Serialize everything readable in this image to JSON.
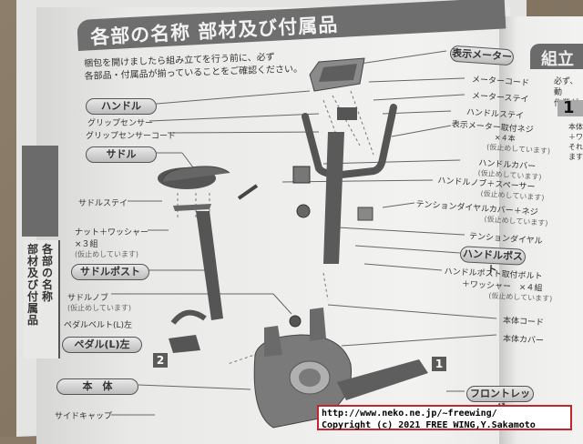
{
  "document": {
    "title": "各部の名称 部材及び付属品",
    "intro_lines": [
      "梱包を開けましたら組み立てを行う前に、必ず",
      "各部品・付属品が揃っていることをご確認ください。"
    ],
    "side_tab": [
      "各部の名称",
      "部材及び付属品"
    ]
  },
  "parts_left": {
    "handle_pill": "ハンドル",
    "grip_sensor": "グリップセンサー",
    "grip_sensor_cord": "グリップセンサーコード",
    "saddle_pill": "サドル",
    "saddle_stay": "サドルステイ",
    "nut_washer": "ナット＋ワッシャー",
    "nut_washer_qty": "×３組",
    "nut_washer_note": "(仮止めしています)",
    "saddle_post_pill": "サドルポスト",
    "saddle_knob": "サドルノブ",
    "saddle_knob_note": "(仮止めしています)",
    "pedal_belt_l": "ペダルベルト(L)左",
    "pedal_l_pill": "ペダル(L)左",
    "badge_2": "2",
    "body_pill": "本　体",
    "side_cap": "サイドキャップ"
  },
  "parts_right": {
    "display_meter_pill": "表示メーター",
    "meter_cord": "メーターコード",
    "meter_stay": "メーターステイ",
    "handle_stay": "ハンドルステイ",
    "meter_screw": "表示メーター取付ネジ",
    "meter_screw_qty": "×４本",
    "meter_screw_note": "(仮止めしています)",
    "handle_cover": "ハンドルカバー",
    "handle_cover_note": "(仮止めしています)",
    "handle_knob": "ハンドルノブ＋スペーサー",
    "handle_knob_note": "(仮止めしています)",
    "tension_cover": "テンションダイヤルカバー＋ネジ",
    "tension_cover_note": "(仮止めしています)",
    "tension_dial": "テンションダイヤル",
    "handle_post_pill": "ハンドルポスト",
    "handle_post_bolt": "ハンドルポスト取付ボルト",
    "handle_post_washer": "＋ワッシャー　×４組",
    "handle_post_note": "(仮止めしています)",
    "body_cord": "本体コード",
    "body_cover": "本体カバー",
    "badge_1": "1",
    "front_leg_pill": "フロントレッグ"
  },
  "next_page": {
    "title": "組立",
    "text_lines": [
      "必ず、動",
      "作業が"
    ],
    "step": "1",
    "body_lines": [
      "本体",
      "＋ワ",
      "それ",
      "ます"
    ]
  },
  "watermark": {
    "line1": "http://www.neko.ne.jp/~freewing/",
    "line2": "Copyright (c) 2021 FREE WING,Y.Sakamoto"
  }
}
